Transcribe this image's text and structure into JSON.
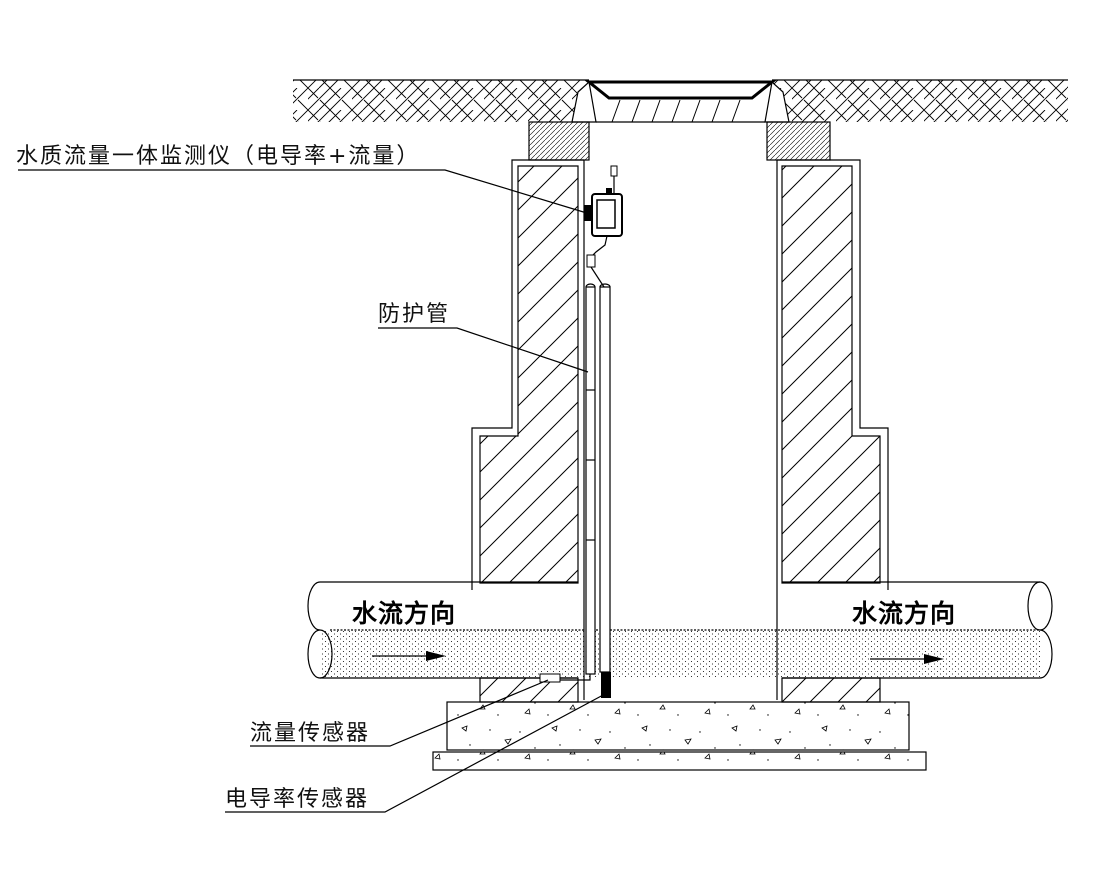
{
  "labels": {
    "monitor": "水质流量一体监测仪（电导率+流量）",
    "protection_pipe": "防护管",
    "flow_sensor": "流量传感器",
    "conductivity_sensor": "电导率传感器"
  },
  "flow_direction": {
    "left": "水流方向",
    "right": "水流方向"
  }
}
